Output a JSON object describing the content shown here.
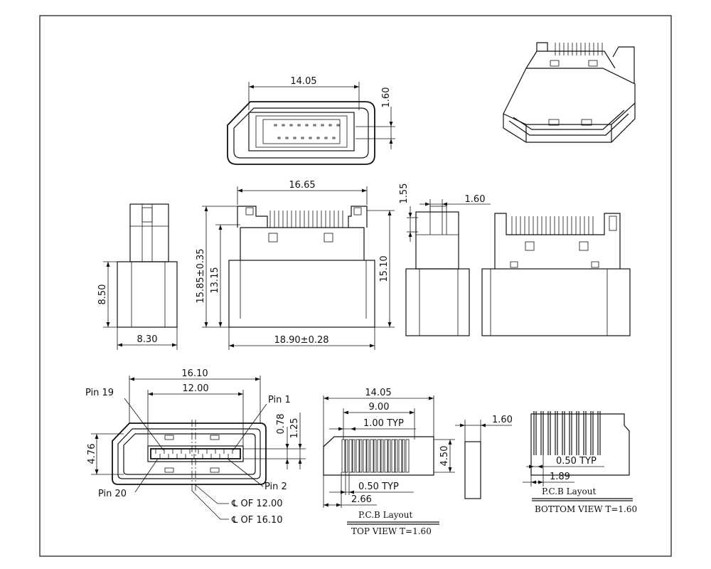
{
  "front_view": {
    "width": "14.05",
    "offset": "1.60"
  },
  "side_small": {
    "width": "8.30",
    "height": "8.50"
  },
  "main_side": {
    "width": "16.65",
    "overall": "18.90±0.28",
    "h1": "15.85±0.35",
    "h2": "13.15",
    "h3": "15.10"
  },
  "right_top": {
    "h": "1.55",
    "w": "1.60"
  },
  "mating_face": {
    "outer_width": "16.10",
    "inner_width": "12.00",
    "height": "4.76",
    "offset_a": "0.78",
    "offset_b": "1.25",
    "pin19": "Pin 19",
    "pin1": "Pin 1",
    "pin20": "Pin 20",
    "pin2": "Pin 2",
    "cl_12": "℄ OF 12.00",
    "cl_16": "℄ OF 16.10"
  },
  "top_layout": {
    "width": "14.05",
    "pitch_span": "9.00",
    "pitch": "1.00 TYP",
    "pad_h": "4.50",
    "half_pitch": "0.50 TYP",
    "edge": "2.66",
    "caption": "P.C.B  Layout",
    "subcaption": "TOP VIEW T=1.60"
  },
  "board": {
    "thickness": "1.60"
  },
  "bottom_layout": {
    "half_pitch": "0.50 TYP",
    "edge": "1.89",
    "caption": "P.C.B  Layout",
    "subcaption": "BOTTOM VIEW T=1.60"
  }
}
